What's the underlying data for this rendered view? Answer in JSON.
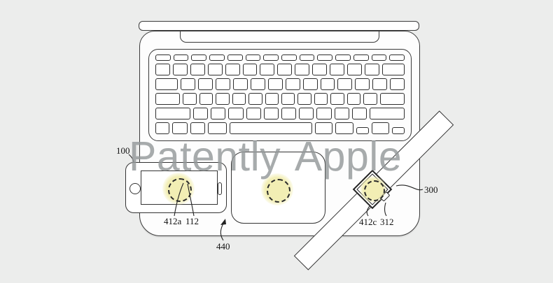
{
  "figure": {
    "watermark": "Patently Apple",
    "reference_labels": {
      "laptop": "100",
      "phone_coil": "412a",
      "phone_region": "112",
      "charging_surface": "440",
      "watch_coil": "412c",
      "watch_region": "312",
      "watch": "300"
    },
    "colors": {
      "background": "#ecedec",
      "line": "#333333",
      "device_fill": "#ffffff",
      "coil_glow": "#f2eeb4",
      "watermark_gray": "#96999b"
    },
    "keyboard_rows": [
      {
        "h": 9,
        "keys": [
          1,
          1,
          1,
          1,
          1,
          1,
          1,
          1,
          1,
          1,
          1,
          1,
          1,
          1
        ]
      },
      {
        "h": 17,
        "keys": [
          1,
          1,
          1,
          1,
          1,
          1,
          1,
          1,
          1,
          1,
          1,
          1,
          1,
          1.6
        ]
      },
      {
        "h": 17,
        "keys": [
          1.6,
          1,
          1,
          1,
          1,
          1,
          1,
          1,
          1,
          1,
          1,
          1,
          1,
          1
        ]
      },
      {
        "h": 17,
        "keys": [
          1.9,
          1,
          1,
          1,
          1,
          1,
          1,
          1,
          1,
          1,
          1,
          1,
          1,
          1.9
        ]
      },
      {
        "h": 17,
        "keys": [
          2.5,
          1,
          1,
          1,
          1,
          1,
          1,
          1,
          1,
          1,
          1,
          2.5
        ]
      },
      {
        "h": 17,
        "keys": [
          1,
          1.1,
          1.1,
          1.4,
          6.5,
          1.3,
          1.3,
          -0.9,
          1.3,
          -0.9
        ]
      }
    ]
  }
}
